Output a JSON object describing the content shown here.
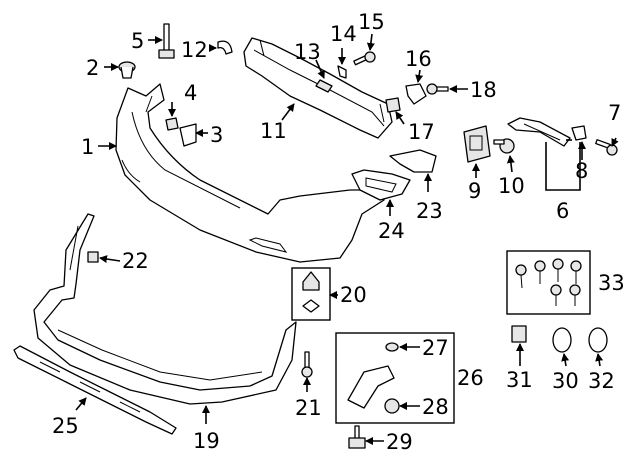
{
  "callouts": [
    {
      "id": "1",
      "label": "1"
    },
    {
      "id": "2",
      "label": "2"
    },
    {
      "id": "3",
      "label": "3"
    },
    {
      "id": "4",
      "label": "4"
    },
    {
      "id": "5",
      "label": "5"
    },
    {
      "id": "6",
      "label": "6"
    },
    {
      "id": "7",
      "label": "7"
    },
    {
      "id": "8",
      "label": "8"
    },
    {
      "id": "9",
      "label": "9"
    },
    {
      "id": "10",
      "label": "10"
    },
    {
      "id": "11",
      "label": "11"
    },
    {
      "id": "12",
      "label": "12"
    },
    {
      "id": "13",
      "label": "13"
    },
    {
      "id": "14",
      "label": "14"
    },
    {
      "id": "15",
      "label": "15"
    },
    {
      "id": "16",
      "label": "16"
    },
    {
      "id": "17",
      "label": "17"
    },
    {
      "id": "18",
      "label": "18"
    },
    {
      "id": "19",
      "label": "19"
    },
    {
      "id": "20",
      "label": "20"
    },
    {
      "id": "21",
      "label": "21"
    },
    {
      "id": "22",
      "label": "22"
    },
    {
      "id": "23",
      "label": "23"
    },
    {
      "id": "24",
      "label": "24"
    },
    {
      "id": "25",
      "label": "25"
    },
    {
      "id": "26",
      "label": "26"
    },
    {
      "id": "27",
      "label": "27"
    },
    {
      "id": "28",
      "label": "28"
    },
    {
      "id": "29",
      "label": "29"
    },
    {
      "id": "30",
      "label": "30"
    },
    {
      "id": "31",
      "label": "31"
    },
    {
      "id": "32",
      "label": "32"
    },
    {
      "id": "33",
      "label": "33"
    }
  ],
  "colors": {
    "line": "#000000",
    "background": "#ffffff",
    "part_shade": "#e6e6e6"
  }
}
